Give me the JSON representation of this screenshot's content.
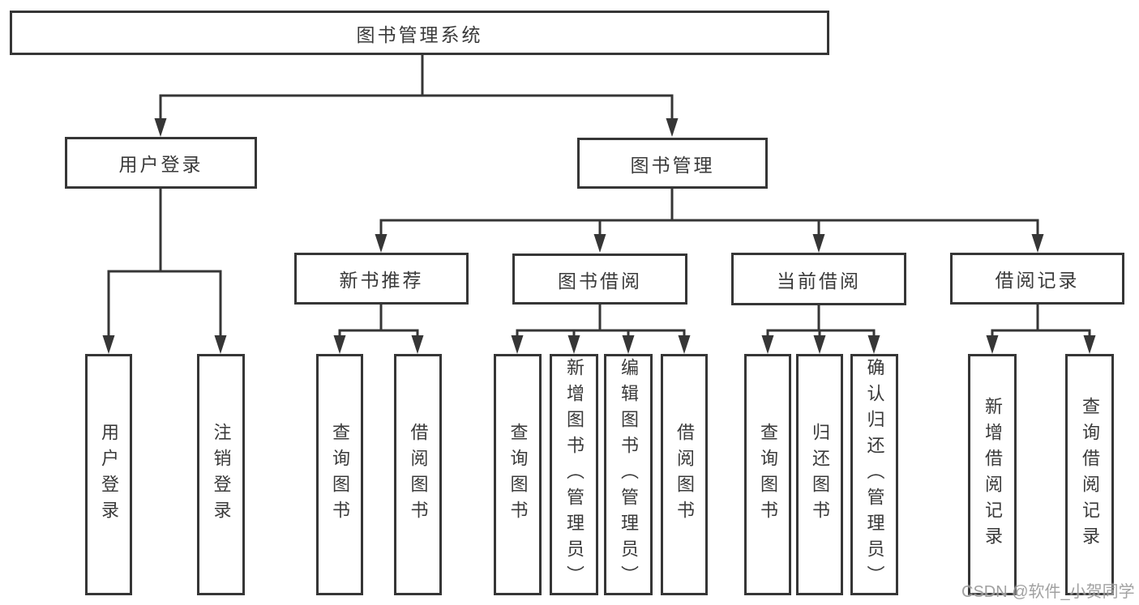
{
  "diagram": {
    "type": "hierarchy-diagram",
    "title": "图书管理系统",
    "watermark": "CSDN @软件_小贺同学",
    "colors": {
      "line": "#363636",
      "box_border": "#363636",
      "box_background": "#ffffff",
      "text": "#3a3a3a",
      "watermark": "#919191",
      "background": "#ffffff"
    }
  },
  "tree": {
    "label": "图书管理系统",
    "children": [
      {
        "label": "用户登录",
        "children": [
          {
            "label": "用户登录"
          },
          {
            "label": "注销登录"
          }
        ]
      },
      {
        "label": "图书管理",
        "children": [
          {
            "label": "新书推荐",
            "children": [
              {
                "label": "查询图书"
              },
              {
                "label": "借阅图书"
              }
            ]
          },
          {
            "label": "图书借阅",
            "children": [
              {
                "label": "查询图书"
              },
              {
                "label": "新增图书（管理员）"
              },
              {
                "label": "编辑图书（管理员）"
              },
              {
                "label": "借阅图书"
              }
            ]
          },
          {
            "label": "当前借阅",
            "children": [
              {
                "label": "查询图书"
              },
              {
                "label": "归还图书"
              },
              {
                "label": "确认归还（管理员）"
              }
            ]
          },
          {
            "label": "借阅记录",
            "children": [
              {
                "label": "新增借阅记录"
              },
              {
                "label": "查询借阅记录"
              }
            ]
          }
        ]
      }
    ]
  }
}
